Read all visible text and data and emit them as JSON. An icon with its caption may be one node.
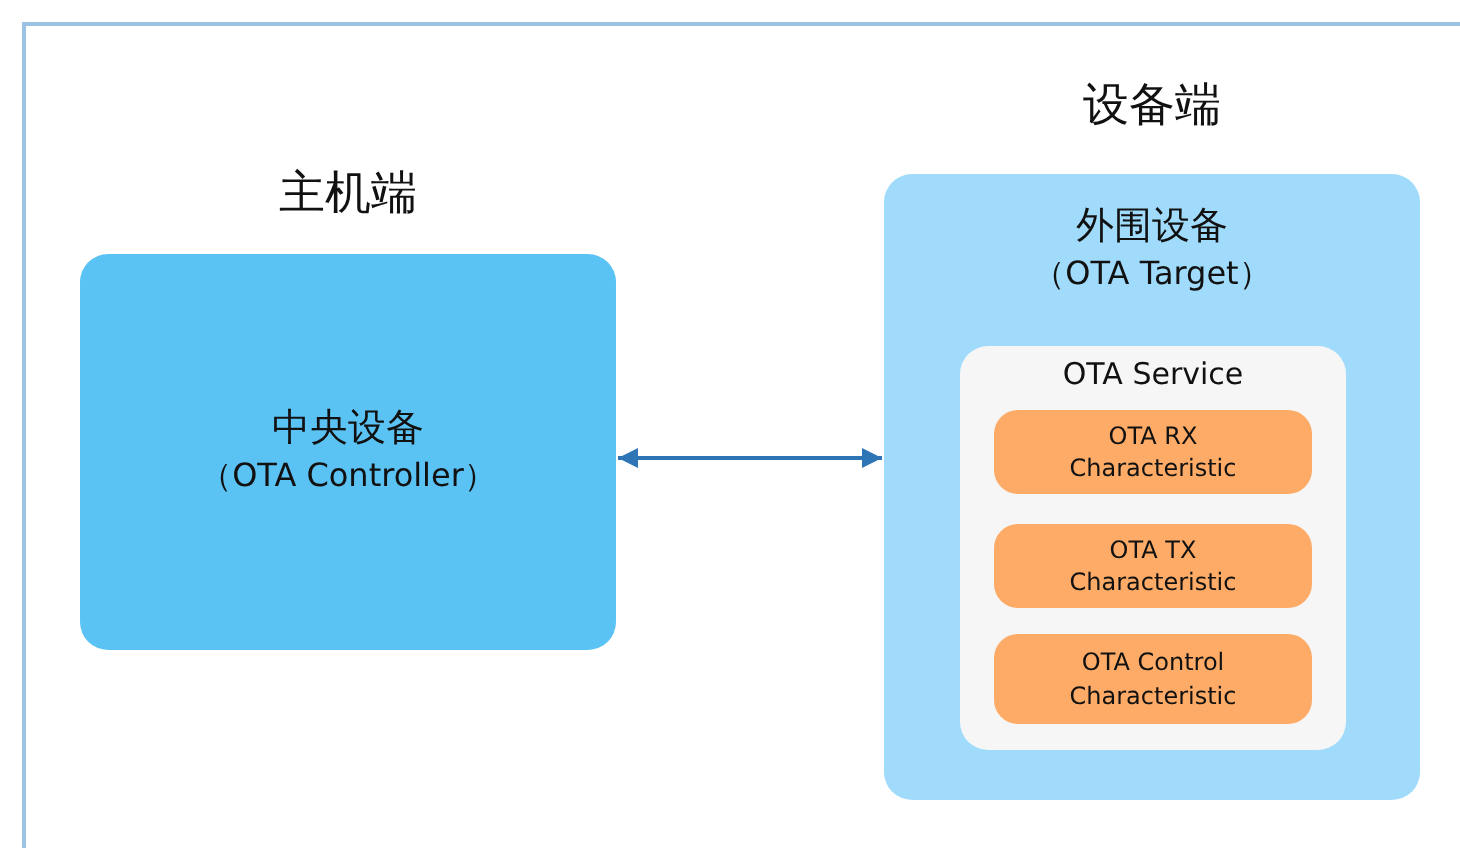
{
  "diagram": {
    "nodes": [
      {
        "text": [
          "主机端",
          "中央设备",
          "（OTA Controller）"
        ]
      },
      {
        "text": [
          "设备端",
          "外围设备",
          "（OTA Target）"
        ]
      },
      {
        "text": [
          "OTA Service"
        ],
        "in": 1
      },
      {
        "text": [
          "OTA RX Characteristic"
        ],
        "in": 2
      },
      {
        "text": [
          "OTA TX Characteristic"
        ],
        "in": 2
      },
      {
        "text": [
          "OTA Control Characteristic"
        ],
        "in": 2
      }
    ],
    "edges": [
      {
        "from": 0,
        "to": 1,
        "arrow": "both"
      }
    ]
  }
}
